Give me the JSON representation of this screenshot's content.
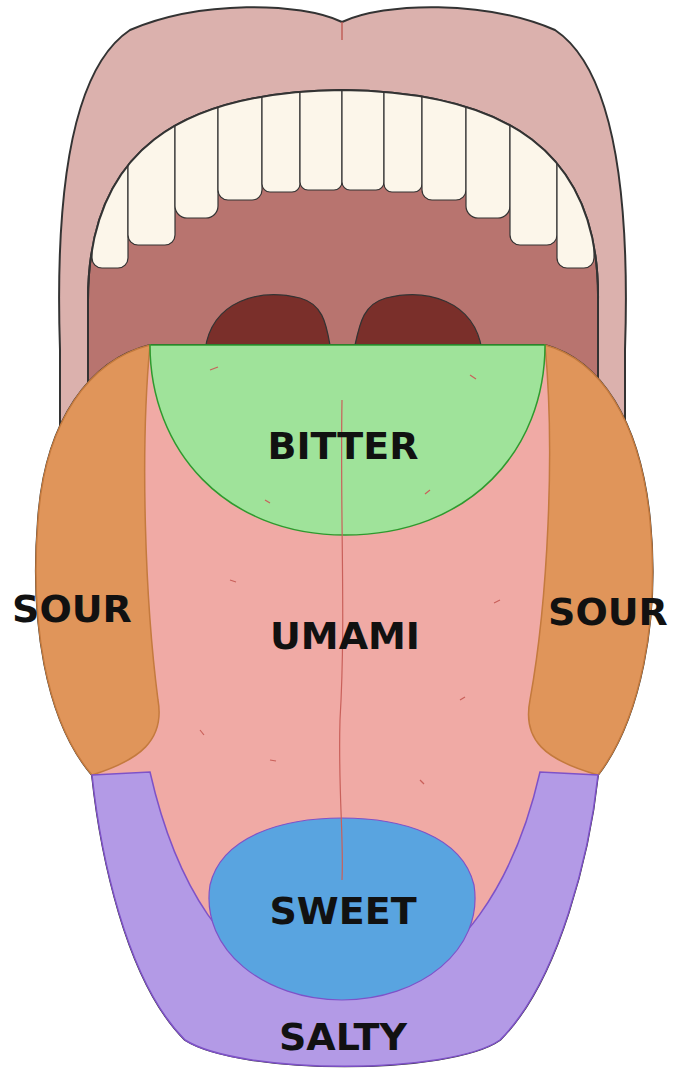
{
  "diagram": {
    "nodes": [
      {
        "text": [
          "BITTER"
        ]
      },
      {
        "text": [
          "SOUR"
        ]
      },
      {
        "text": [
          "UMAMI"
        ]
      },
      {
        "text": [
          "SOUR"
        ]
      },
      {
        "text": [
          "SWEET"
        ]
      },
      {
        "text": [
          "SALTY"
        ]
      }
    ]
  }
}
